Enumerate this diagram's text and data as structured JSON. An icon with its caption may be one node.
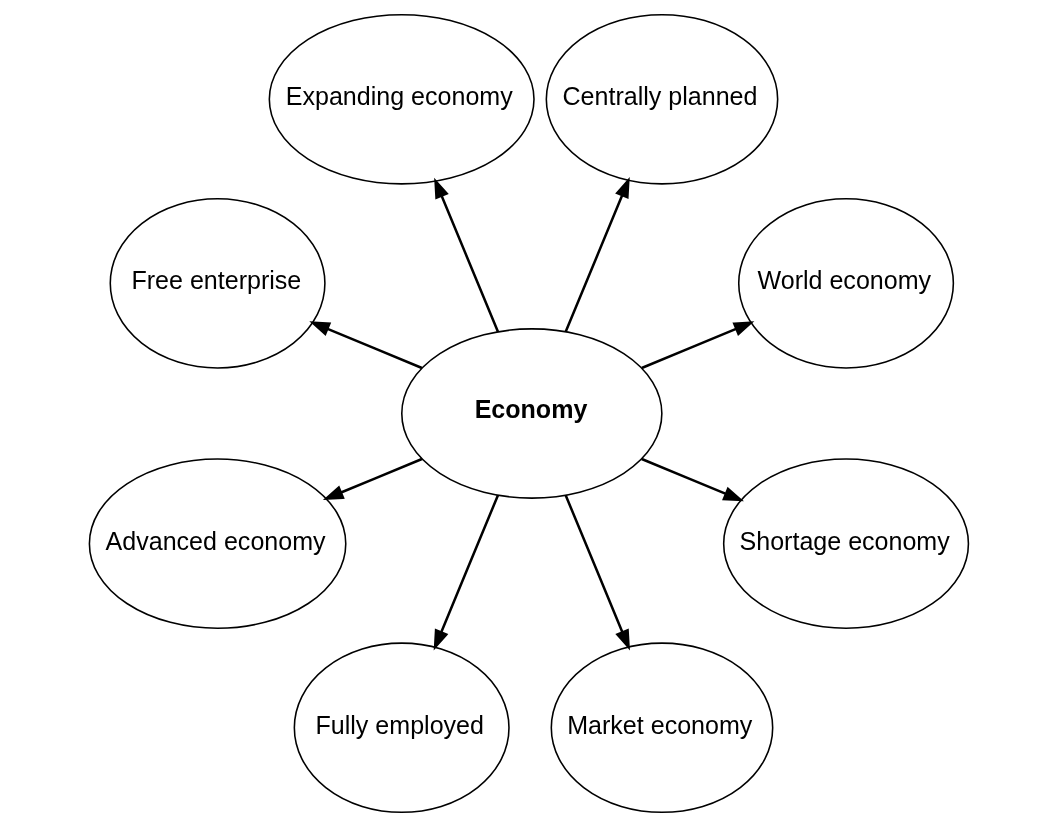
{
  "diagram": {
    "nodes": [
      {
        "text": [
          "Economy"
        ]
      },
      {
        "text": [
          "World economy"
        ]
      },
      {
        "text": [
          "Centrally planned"
        ]
      },
      {
        "text": [
          "Expanding economy"
        ]
      },
      {
        "text": [
          "Free enterprise"
        ]
      },
      {
        "text": [
          "Advanced economy"
        ]
      },
      {
        "text": [
          "Fully employed"
        ]
      },
      {
        "text": [
          "Market economy"
        ]
      },
      {
        "text": [
          "Shortage economy"
        ]
      }
    ],
    "edges": [
      {
        "from": 0,
        "to": 1,
        "arrow": "to"
      },
      {
        "from": 0,
        "to": 2,
        "arrow": "to"
      },
      {
        "from": 0,
        "to": 3,
        "arrow": "to"
      },
      {
        "from": 0,
        "to": 4,
        "arrow": "to"
      },
      {
        "from": 0,
        "to": 5,
        "arrow": "to"
      },
      {
        "from": 0,
        "to": 6,
        "arrow": "to"
      },
      {
        "from": 0,
        "to": 7,
        "arrow": "to"
      },
      {
        "from": 0,
        "to": 8,
        "arrow": "to"
      }
    ]
  }
}
